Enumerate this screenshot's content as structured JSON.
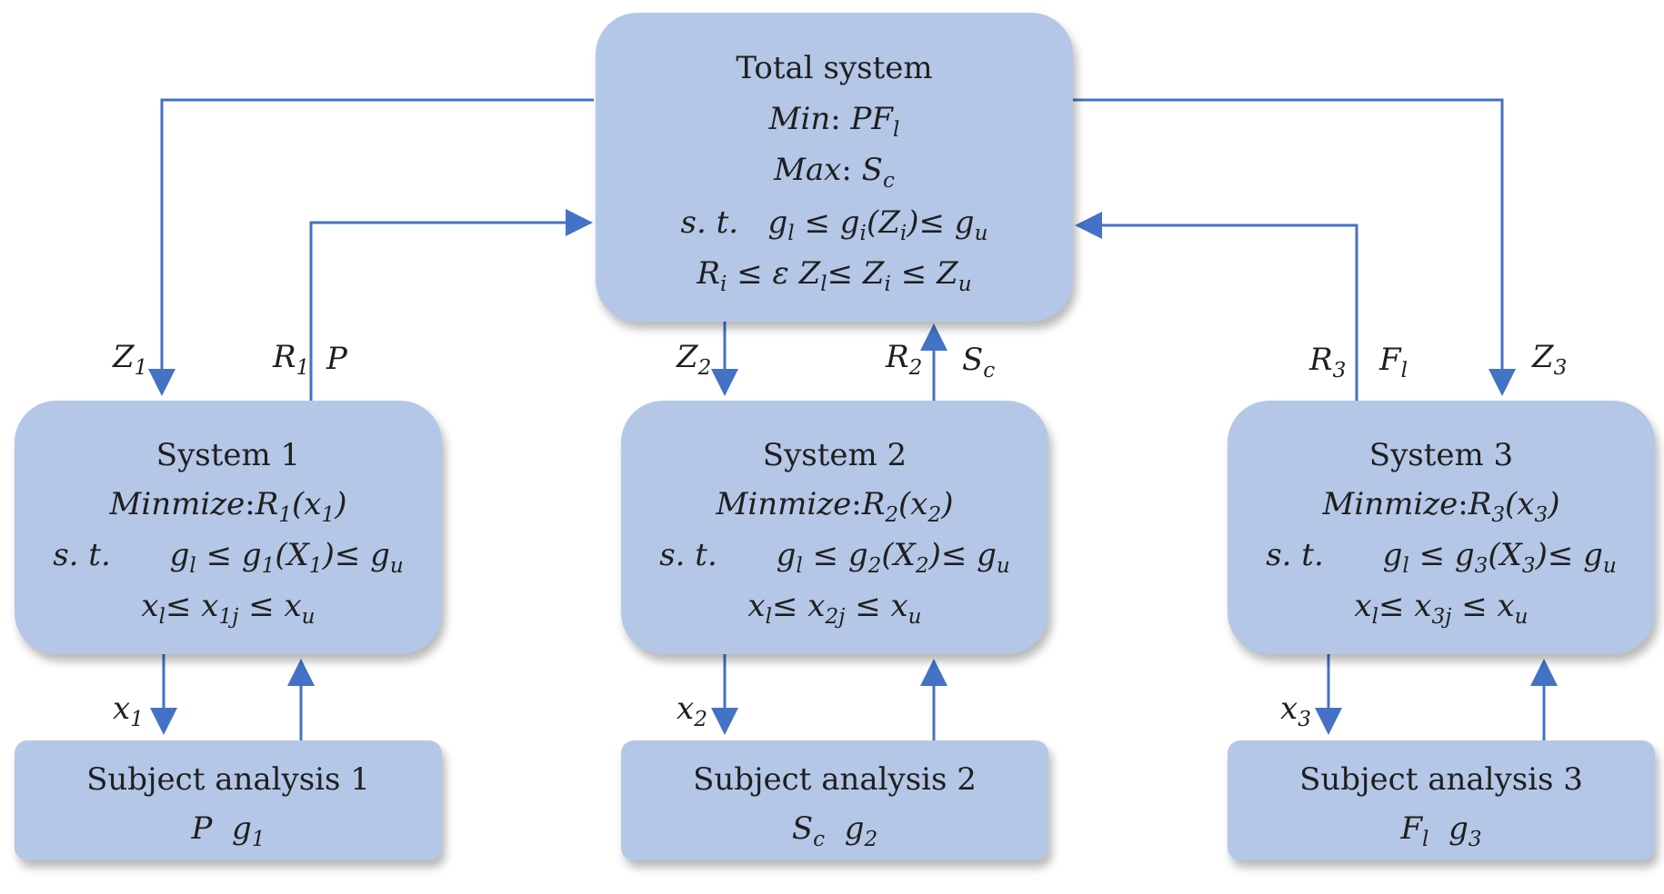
{
  "total": {
    "title": "Total system",
    "obj_min_label": "Min",
    "obj_min_var": "PF",
    "obj_min_sub": "l",
    "obj_max_label": "Max",
    "obj_max_var": "S",
    "obj_max_sub": "c",
    "st": "s. t.",
    "c1_a": "g",
    "c1_a_sub": "l",
    "c1_b": "≤ g",
    "c1_b_sub": "i",
    "c1_c": "(Z",
    "c1_c_sub": "i",
    "c1_d": ")≤ g",
    "c1_d_sub": "u",
    "c2_a": "R",
    "c2_a_sub": "i",
    "c2_b": "≤ ε  Z",
    "c2_b_sub": "l",
    "c2_c": "≤ Z",
    "c2_c_sub": "i",
    "c2_d": "≤  Z",
    "c2_d_sub": "u"
  },
  "systems": [
    {
      "title": "System 1",
      "min_label": "Minmize",
      "obj_var": "R",
      "obj_sub": "1",
      "obj_arg": "(x",
      "obj_arg_sub": "1",
      "st": "s. t.",
      "c1_a": "g",
      "c1_a_sub": "l",
      "c1_b": "≤ g",
      "c1_b_sub": "1",
      "c1_c": "(X",
      "c1_c_sub": "1",
      "c1_d": ")≤ g",
      "c1_d_sub": "u",
      "c2_a": "x",
      "c2_a_sub": "l",
      "c2_b": "≤ x",
      "c2_b_sub": "1j",
      "c2_c": "≤  x",
      "c2_c_sub": "u"
    },
    {
      "title": "System 2",
      "min_label": "Minmize",
      "obj_var": "R",
      "obj_sub": "2",
      "obj_arg": "(x",
      "obj_arg_sub": "2",
      "st": "s. t.",
      "c1_a": "g",
      "c1_a_sub": "l",
      "c1_b": "≤ g",
      "c1_b_sub": "2",
      "c1_c": "(X",
      "c1_c_sub": "2",
      "c1_d": ")≤ g",
      "c1_d_sub": "u",
      "c2_a": "x",
      "c2_a_sub": "l",
      "c2_b": "≤ x",
      "c2_b_sub": "2j",
      "c2_c": "≤  x",
      "c2_c_sub": "u"
    },
    {
      "title": "System 3",
      "min_label": "Minmize",
      "obj_var": "R",
      "obj_sub": "3",
      "obj_arg": "(x",
      "obj_arg_sub": "3",
      "st": "s. t.",
      "c1_a": "g",
      "c1_a_sub": "l",
      "c1_b": "≤ g",
      "c1_b_sub": "3",
      "c1_c": "(X",
      "c1_c_sub": "3",
      "c1_d": ")≤ g",
      "c1_d_sub": "u",
      "c2_a": "x",
      "c2_a_sub": "l",
      "c2_b": "≤ x",
      "c2_b_sub": "3j",
      "c2_c": "≤  x",
      "c2_c_sub": "u"
    }
  ],
  "subjects": [
    {
      "title": "Subject analysis 1",
      "v1": "P",
      "v1_sub": "",
      "v2": "g",
      "v2_sub": "1"
    },
    {
      "title": "Subject analysis 2",
      "v1": "S",
      "v1_sub": "c",
      "v2": "g",
      "v2_sub": "2"
    },
    {
      "title": "Subject analysis 3",
      "v1": "F",
      "v1_sub": "l",
      "v2": "g",
      "v2_sub": "3"
    }
  ],
  "labels": {
    "z1": {
      "v": "Z",
      "s": "1"
    },
    "r1": {
      "v": "R",
      "s": "1"
    },
    "p": {
      "v": "P",
      "s": ""
    },
    "z2": {
      "v": "Z",
      "s": "2"
    },
    "r2": {
      "v": "R",
      "s": "2"
    },
    "sc": {
      "v": "S",
      "s": "c"
    },
    "r3": {
      "v": "R",
      "s": "3"
    },
    "fl": {
      "v": "F",
      "s": "l"
    },
    "z3": {
      "v": "Z",
      "s": "3"
    },
    "x1": {
      "v": "x",
      "s": "1"
    },
    "x2": {
      "v": "x",
      "s": "2"
    },
    "x3": {
      "v": "x",
      "s": "3"
    }
  },
  "colors": {
    "box_fill": "#b4c7e7",
    "arrow": "#4472c4"
  }
}
